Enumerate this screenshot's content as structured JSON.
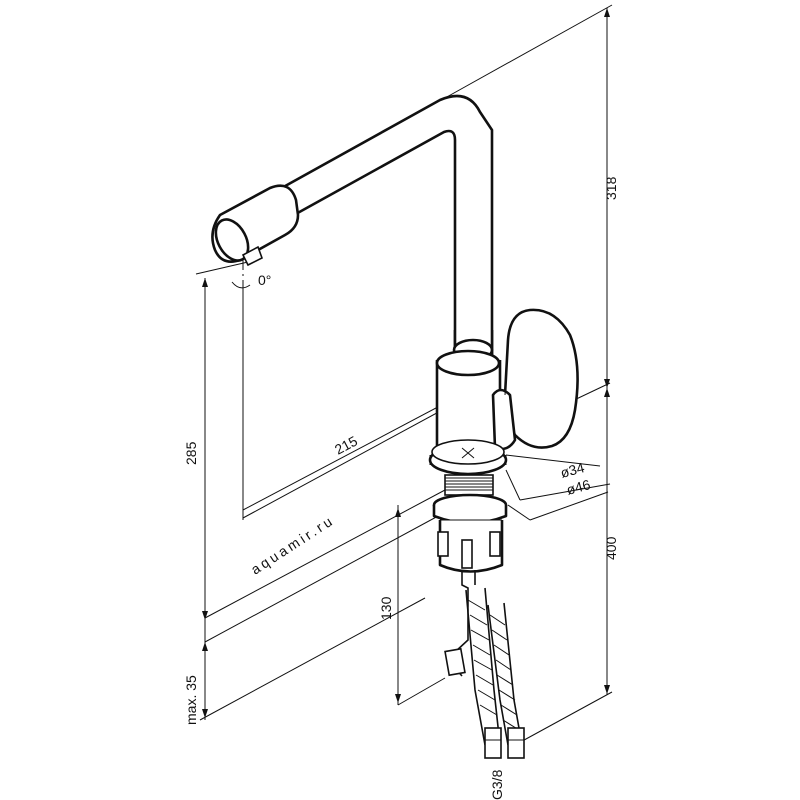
{
  "watermark": "aquamir.ru",
  "dimensions": {
    "total_height": "318",
    "spout_height": "285",
    "spout_reach": "215",
    "rotation": "0°",
    "hole_diameter": "ø34",
    "base_diameter": "ø46",
    "body_height": "400",
    "shank_length": "130",
    "max_countertop": "max. 35",
    "connection_thread": "G3/8"
  }
}
